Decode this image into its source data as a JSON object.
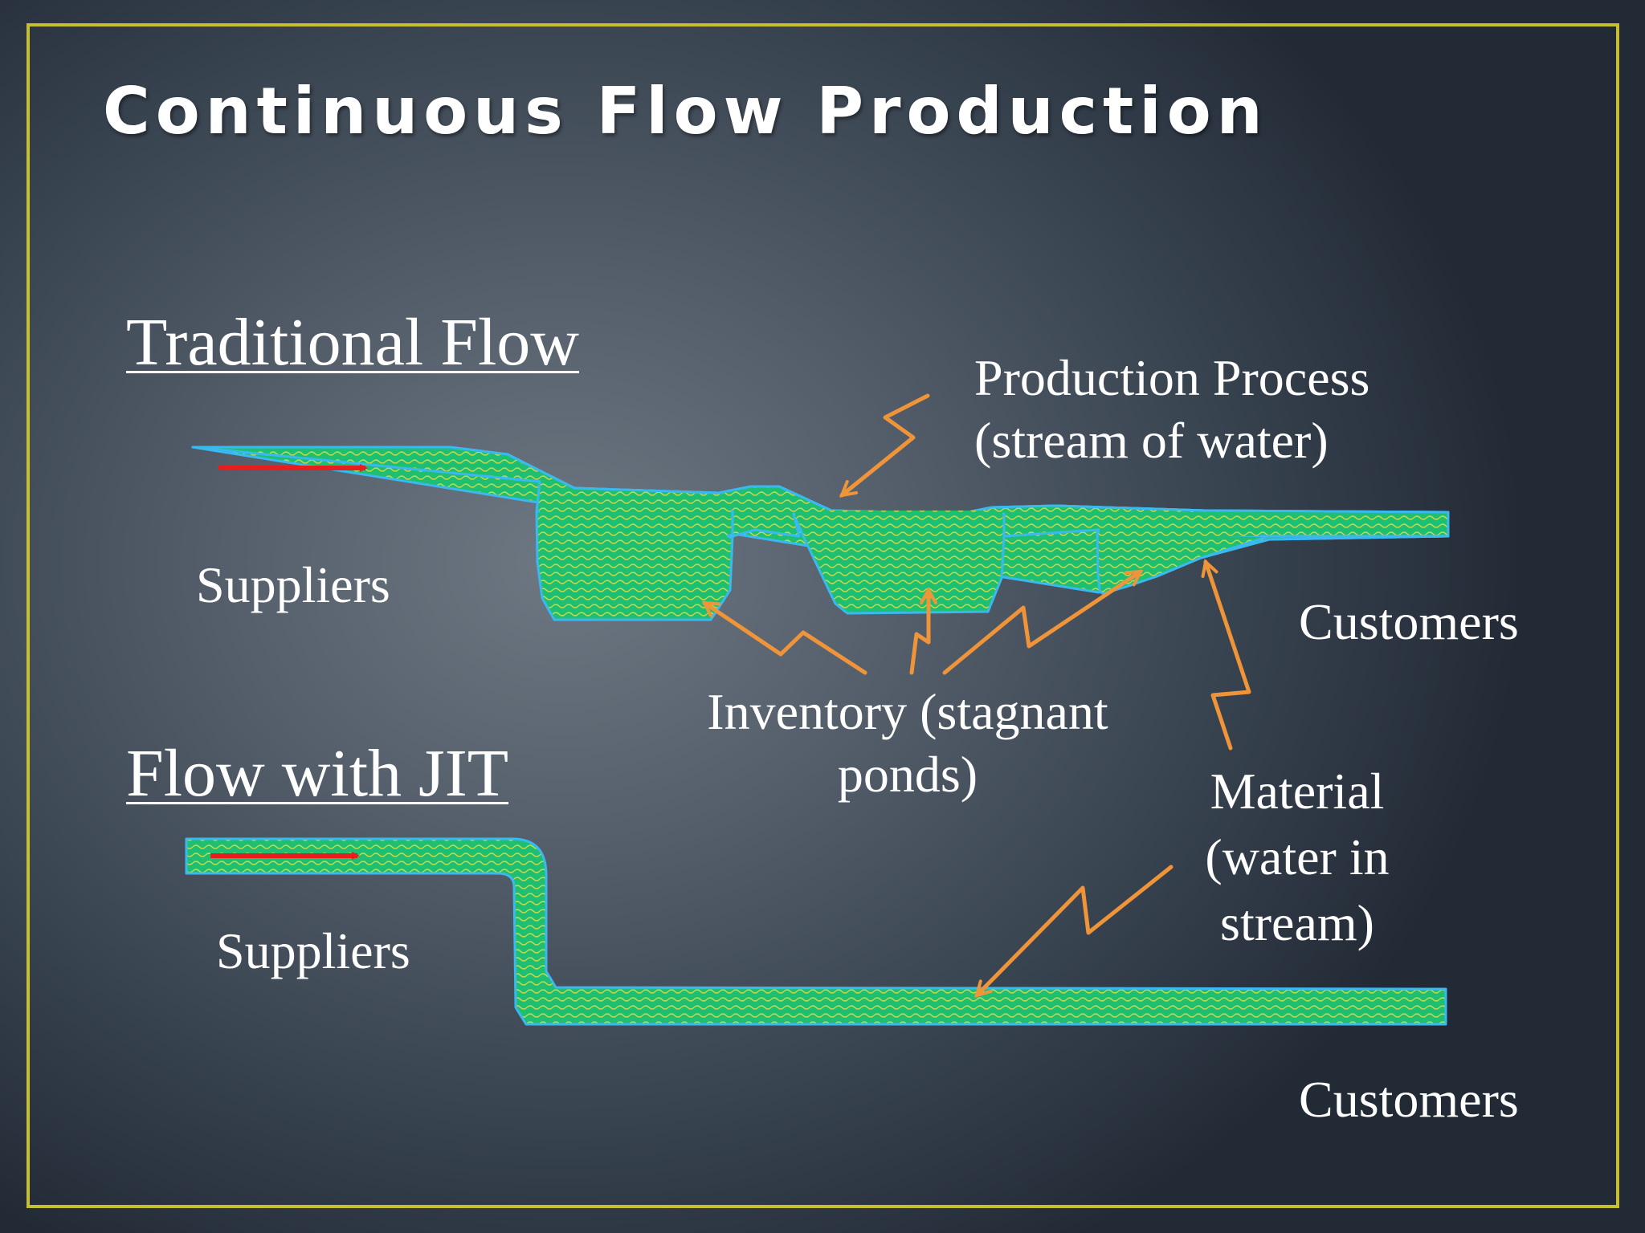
{
  "slide": {
    "title": "Continuous Flow Production",
    "colors": {
      "frame": "#c7bf2f",
      "water": "#1fbf72",
      "water_outline": "#3ab8f0",
      "flow_arrow": "#e81d1d",
      "callout_arrow": "#f0943a",
      "text": "#ffffff"
    }
  },
  "traditional": {
    "heading": "Traditional Flow",
    "suppliers_label": "Suppliers",
    "customers_label": "Customers"
  },
  "jit": {
    "heading": "Flow with JIT",
    "suppliers_label": "Suppliers",
    "customers_label": "Customers"
  },
  "callouts": {
    "production_process": [
      "Production Process",
      "(stream of water)"
    ],
    "inventory": [
      "Inventory (stagnant",
      "ponds)"
    ],
    "material": [
      "Material",
      "(water in",
      "stream)"
    ]
  },
  "icons": [
    "flow-direction-arrow-icon",
    "callout-arrow-icon"
  ]
}
